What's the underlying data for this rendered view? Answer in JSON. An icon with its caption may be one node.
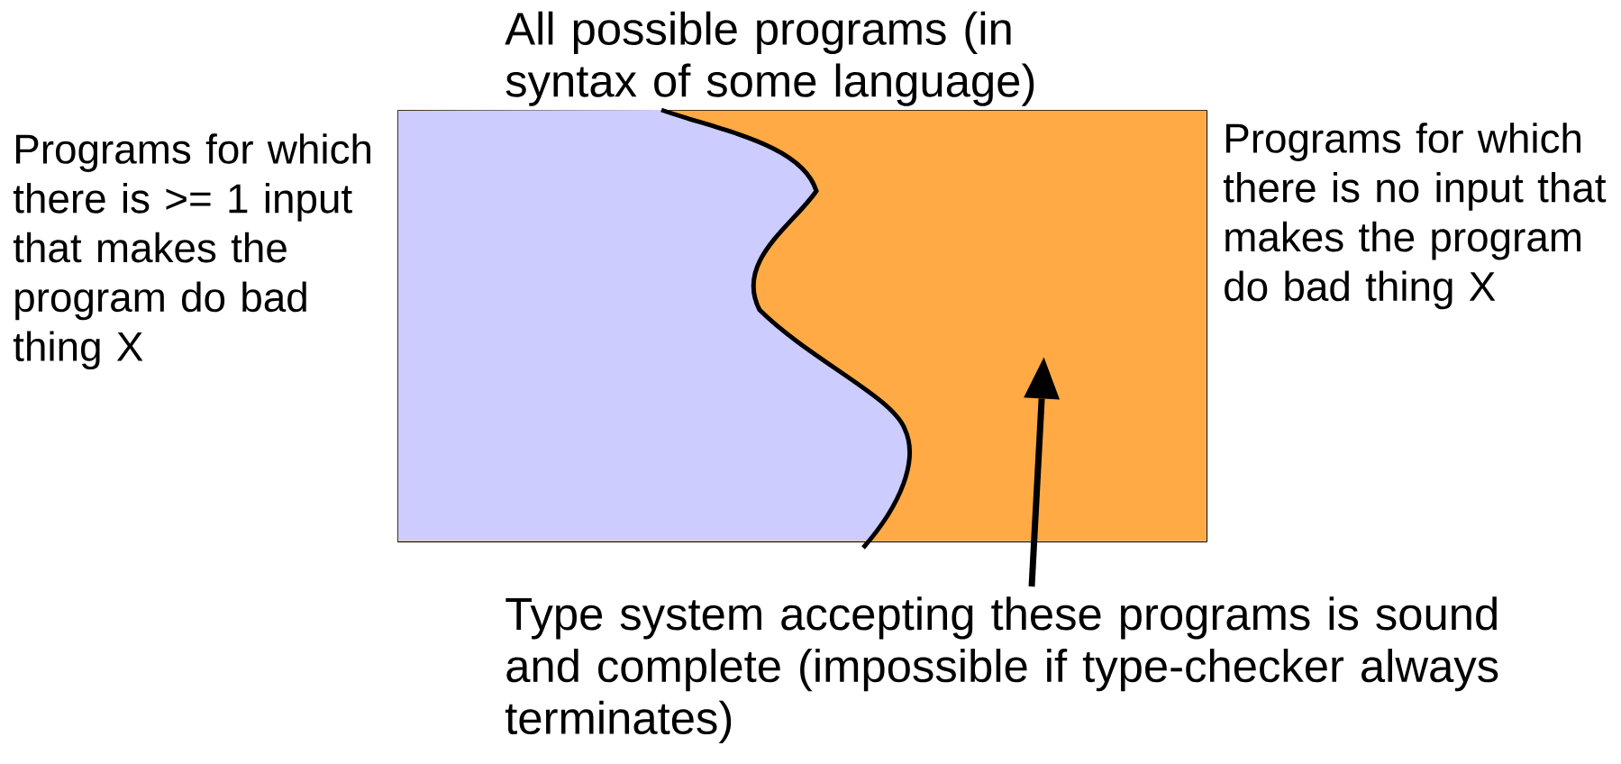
{
  "diagram": {
    "nodes": [
      {
        "text": [
          "All possible programs (in syntax of some language)"
        ]
      },
      {
        "text": [],
        "shape": "box",
        "in": 0
      },
      {
        "text": [
          "Type system accepting these programs is sound and complete (impossible if type-checker always terminates)"
        ]
      }
    ],
    "edges": [
      {
        "from": 2,
        "to": 1,
        "arrow": "to"
      }
    ],
    "labels": [
      "Programs for which there is >= 1 input that makes the program do bad thing X",
      "Programs for which there is no input that makes the program do bad thing X"
    ]
  }
}
